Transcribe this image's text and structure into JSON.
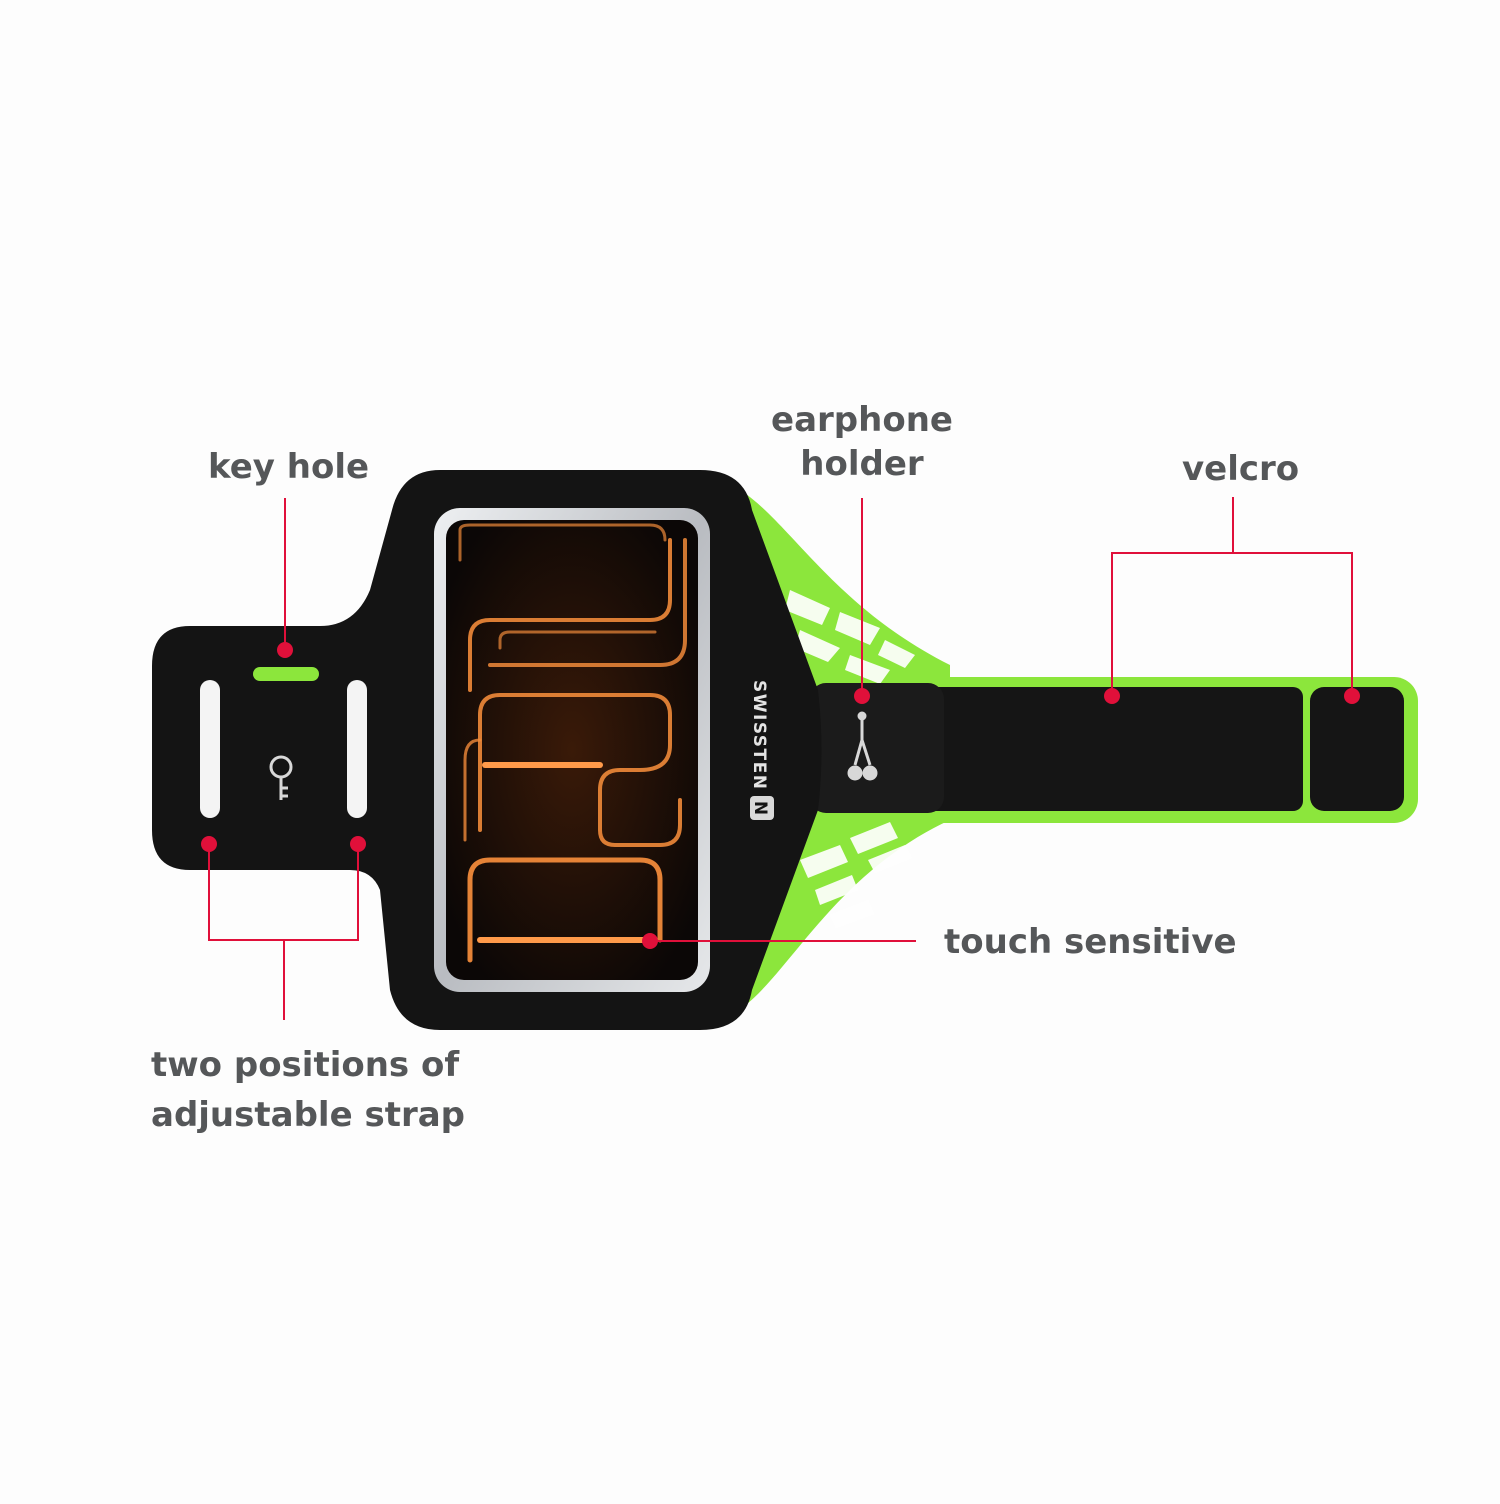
{
  "diagram": {
    "labels": {
      "key_hole": "key hole",
      "earphone_holder_line1": "earphone",
      "earphone_holder_line2": "holder",
      "velcro": "velcro",
      "touch_sensitive": "touch sensitive",
      "adjustable_strap_line1": "two positions of",
      "adjustable_strap_line2": "adjustable strap"
    },
    "brand": "SWISSTEN",
    "brand_mark": "N",
    "icons": [
      "key-icon",
      "earphone-splitter-icon"
    ]
  },
  "colors": {
    "background": "#fdfdfd",
    "armband": "#141414",
    "accent_green": "#8ce63c",
    "callout_red": "#e0103a",
    "label_gray": "#555759",
    "window_frame": "#d3d6da",
    "screen_glow": "#f08a3a"
  }
}
